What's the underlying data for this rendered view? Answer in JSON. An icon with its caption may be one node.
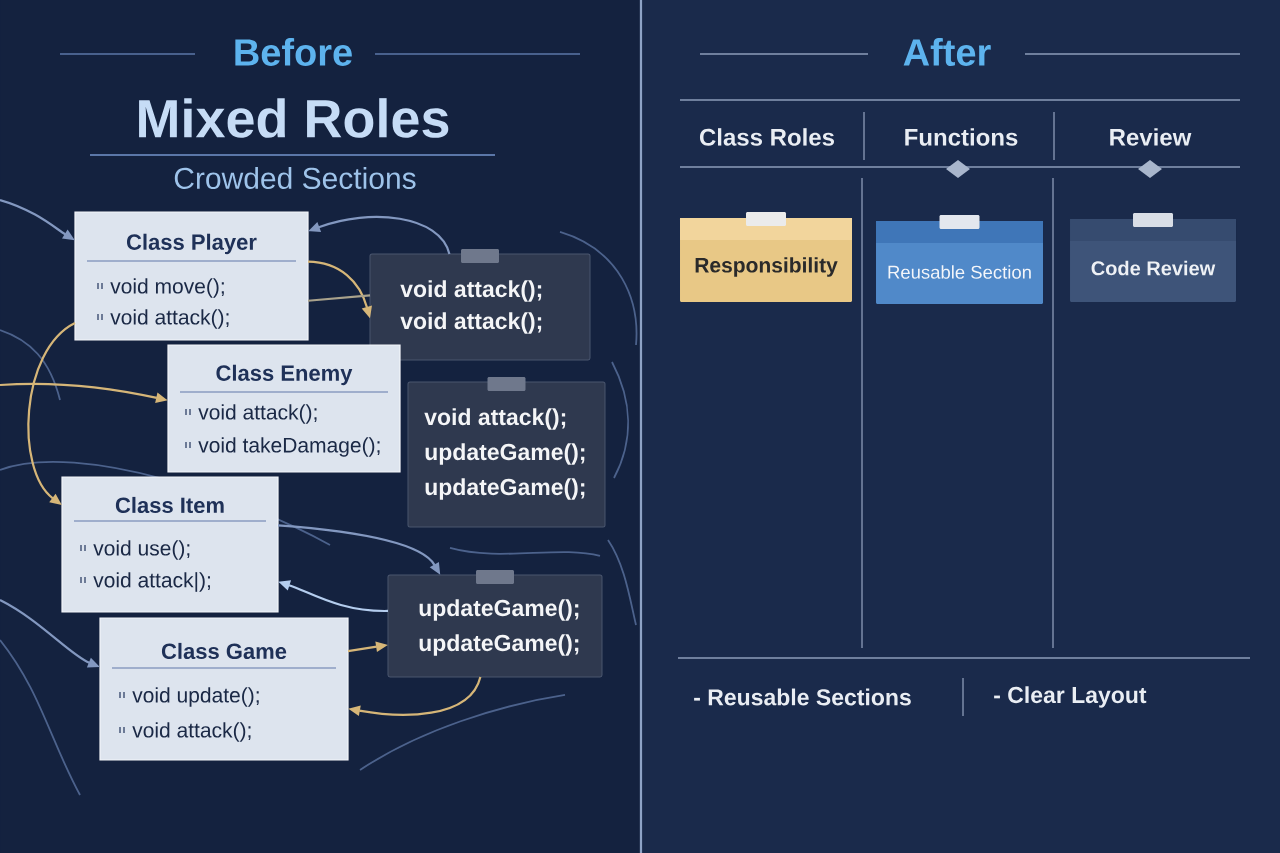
{
  "diagram": {
    "nodes": [
      {
        "text": [
          "Class Player",
          "void move();",
          "void attack();"
        ]
      },
      {
        "text": [
          "void attack();",
          "void attack();"
        ]
      },
      {
        "text": [
          "Class Enemy",
          "void attack();",
          "void takeDamage();"
        ]
      },
      {
        "text": [
          "void attack();",
          "updateGame();",
          "updateGame();"
        ]
      },
      {
        "text": [
          "Class Item",
          "void use();",
          "void attack|);"
        ]
      },
      {
        "text": [
          "updateGame();",
          "updateGame();"
        ]
      },
      {
        "text": [
          "Class Game",
          "void update();",
          "void attack();"
        ]
      },
      {
        "text": [
          "Responsibility"
        ]
      },
      {
        "text": [
          "Reusable Section"
        ]
      },
      {
        "text": [
          "Code Review"
        ]
      }
    ],
    "edges": [
      {
        "from": null,
        "to": 0,
        "arrow": "to"
      },
      {
        "from": 1,
        "to": 0,
        "arrow": "to"
      },
      {
        "from": 0,
        "to": 1,
        "arrow": "to",
        "color": "#d6b678"
      },
      {
        "from": 0,
        "to": 1,
        "arrow": "none",
        "color": "#a9a28c"
      },
      {
        "from": null,
        "to": 2,
        "arrow": "to",
        "color": "#d6b678"
      },
      {
        "from": 0,
        "to": 4,
        "arrow": "to",
        "color": "#d6b678"
      },
      {
        "from": 5,
        "to": 4,
        "arrow": "to",
        "color": "#b4cdee"
      },
      {
        "from": 4,
        "to": 5,
        "arrow": "to"
      },
      {
        "from": 6,
        "to": 5,
        "arrow": "to",
        "color": "#d6b678"
      },
      {
        "from": 5,
        "to": 6,
        "arrow": "to",
        "color": "#d6b678"
      },
      {
        "from": null,
        "to": 6,
        "arrow": "to"
      }
    ],
    "labels": [
      "Before",
      "Mixed Roles",
      "Crowded Sections",
      "After",
      "Class Roles",
      "Functions",
      "Review",
      "- Reusable Sections",
      "- Clear Layout"
    ]
  }
}
